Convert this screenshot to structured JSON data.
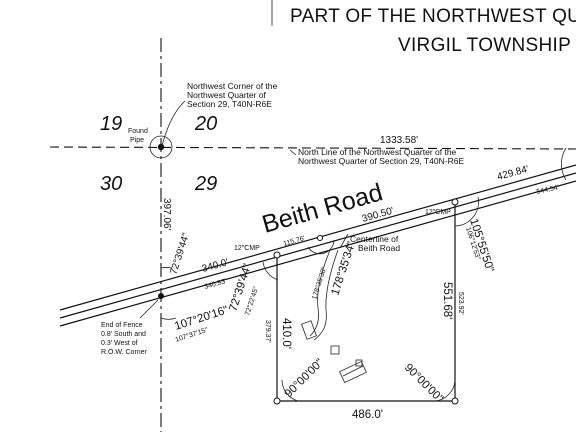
{
  "title": {
    "line1": "PART OF THE NORTHWEST QUA",
    "line2": "VIRGIL TOWNSHIP"
  },
  "sections": {
    "nw": "19",
    "ne": "20",
    "sw": "30",
    "se": "29"
  },
  "found_pipe": {
    "line1": "Found",
    "line2": "Pipe"
  },
  "nw_corner_note": {
    "line1": "Northwest Corner of the",
    "line2": "Northwest Quarter of",
    "line3": "Section 29, T40N-R6E"
  },
  "north_line_note": {
    "line1": "North Line of the Northwest Quarter of the",
    "line2": "Northwest Quarter of Section 29, T40N-R6E"
  },
  "road_name": "Beith Road",
  "centerline_note": {
    "line1": "Centerline of",
    "line2": "Beith Road"
  },
  "fence_note": {
    "line1": "End of Fence",
    "line2": "0.8' South and",
    "line3": "0.3' West of",
    "line4": "R.O.W. Corner"
  },
  "dimensions": {
    "north_line": "1333.58'",
    "road_east": "429.84'",
    "road_far_east": "544.54'",
    "road_top": "390.50'",
    "road_seg_a": "340.0'",
    "road_seg_b": "340.53'",
    "road_seg_c": "115.76'",
    "west_vertical": "397.06'",
    "west_inner": "379.37'",
    "west_line": "410.0'",
    "east_line": "551.68'",
    "east_line_b": "523.92'",
    "south_line": "486.0'"
  },
  "angles": {
    "a1": "72°39'44\"",
    "a2": "107°20'16\"",
    "a3": "107°37'15\"",
    "a4": "72°39'44\"",
    "a5": "72°22'45\"",
    "a6": "178°35'38\"",
    "a7": "178°35'34\"",
    "a8": "105°55'50\"",
    "a9": "106°12'53\"",
    "a10": "90°00'00\"",
    "a11": "90°00'00\""
  },
  "monuments": {
    "cmp_west": "12\"CMP",
    "cmp_east": "12\"CMP"
  }
}
